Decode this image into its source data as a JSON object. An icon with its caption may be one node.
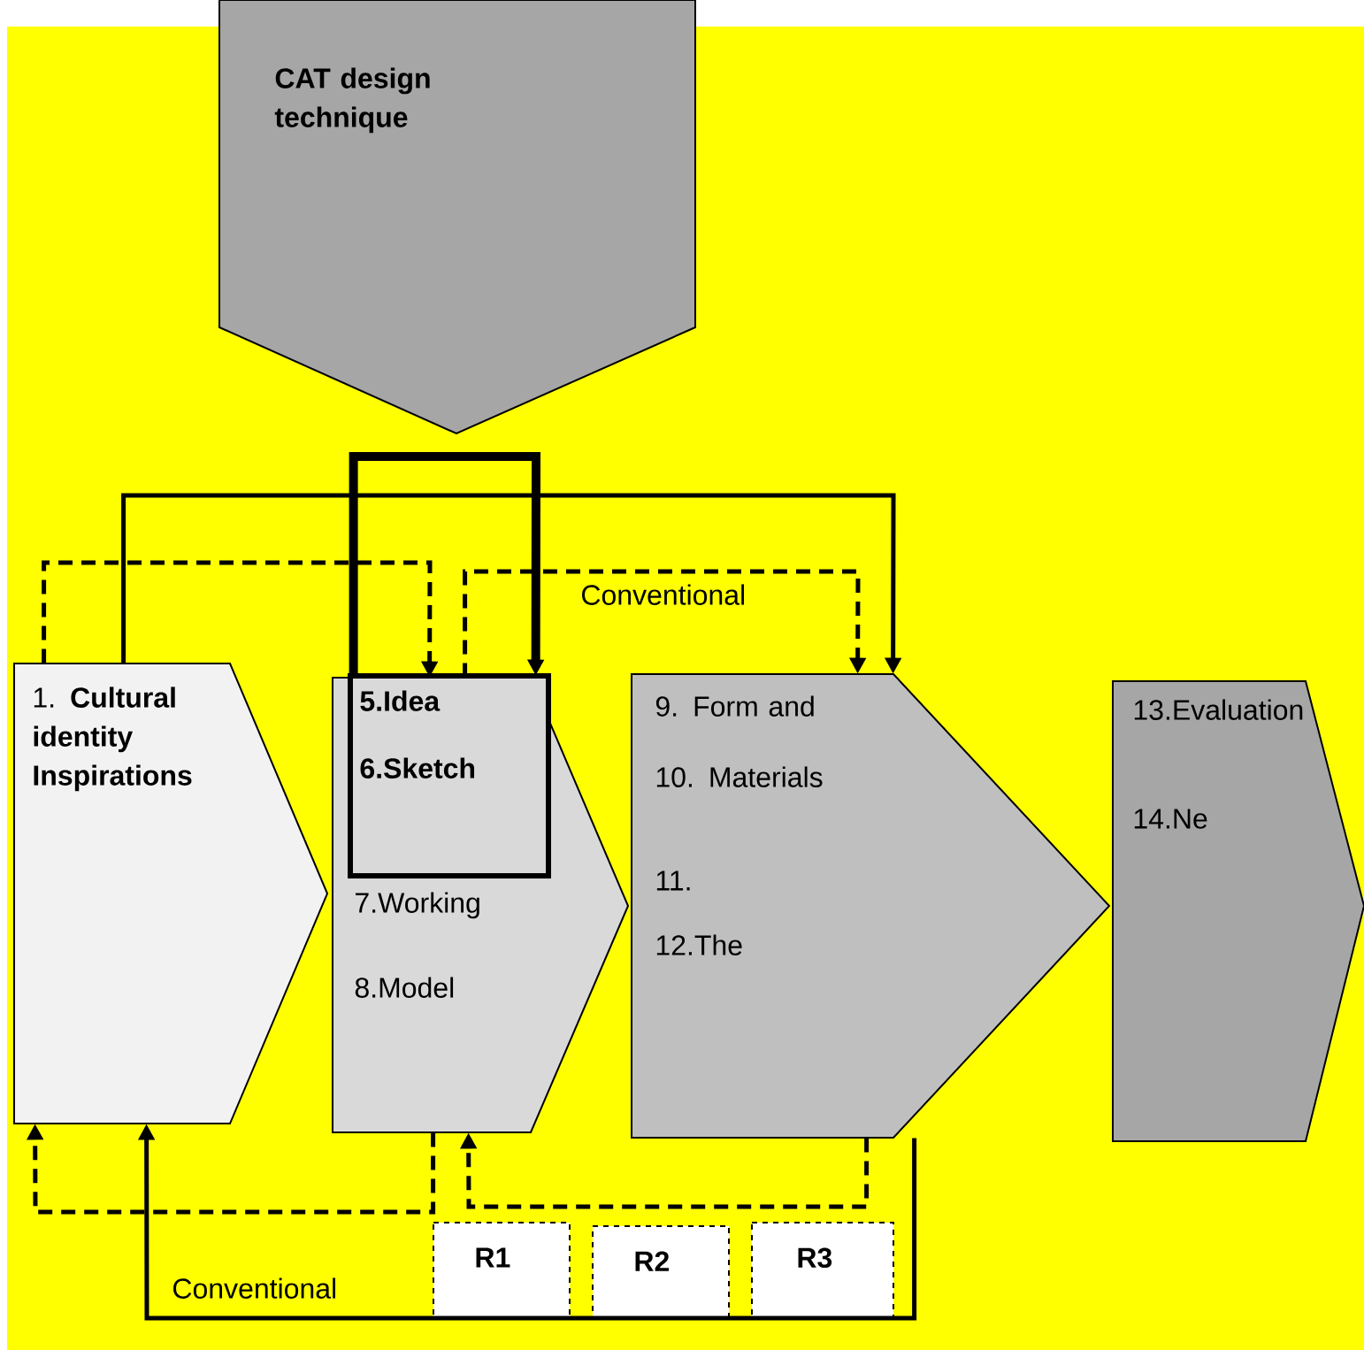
{
  "diagram": {
    "nodes": [
      {
        "text": [
          "CAT design technique"
        ]
      },
      {
        "text": [
          "1. **Cultural identity Inspirations**"
        ]
      },
      {
        "text": [
          "7.Working",
          "8.Model"
        ]
      },
      {
        "text": [
          "5.Idea",
          "6.Sketch"
        ],
        "in": 2
      },
      {
        "text": [
          "9. Form and",
          "10. Materials",
          "11.",
          "12.The"
        ]
      },
      {
        "text": [
          "13.Evaluation",
          "14.Ne"
        ]
      },
      {
        "text": [
          "R1"
        ]
      },
      {
        "text": [
          "R2"
        ]
      },
      {
        "text": [
          "R3"
        ]
      }
    ],
    "edges": [
      {
        "from": 1,
        "to": 4,
        "arrow": "to"
      },
      {
        "from": 1,
        "to": 2,
        "arrow": "to",
        "style": "dashed"
      },
      {
        "from": 3,
        "to": 3,
        "arrow": "to",
        "style": "thick"
      },
      {
        "from": 2,
        "to": 4,
        "arrow": "to",
        "style": "dashed"
      },
      {
        "from": 2,
        "to": 1,
        "arrow": "to",
        "style": "dashed"
      },
      {
        "from": 4,
        "to": 2,
        "arrow": "to",
        "style": "dashed"
      },
      {
        "from": 4,
        "to": 1,
        "arrow": "to"
      }
    ],
    "labels": [
      "Conventional",
      "Conventional"
    ]
  }
}
